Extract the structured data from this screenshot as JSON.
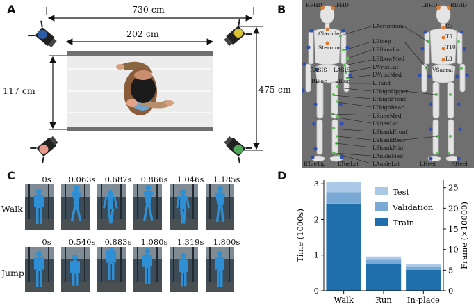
{
  "panels": {
    "a": "A",
    "b": "B",
    "c": "C",
    "d": "D"
  },
  "panel_a": {
    "dims": {
      "outer_width": "730 cm",
      "inner_width": "202 cm",
      "inner_height": "117 cm",
      "outer_height": "475 cm"
    },
    "camera_colors": [
      "#2b5da8",
      "#d9c332",
      "#e89a8a",
      "#4eaa58"
    ]
  },
  "panel_b": {
    "front_top": [
      "RFHD",
      "LFHD"
    ],
    "back_top": [
      "LBHD",
      "RBHD"
    ],
    "center_labels": [
      "LAcromium",
      "LBicep",
      "LElbowLat",
      "LElbowMed",
      "LWristLat",
      "LWristMed",
      "LHand",
      "LThighUpper",
      "LThighFront",
      "LThighRear",
      "LKneeMed",
      "LKneeLat",
      "LShankFront",
      "LShankRear",
      "LShankMid",
      "LAnkleMed",
      "LAnkleLat"
    ],
    "front_body": [
      "Clavicle",
      "Sternum",
      "RASIS",
      "LASIS",
      "RIliac",
      "LIliac"
    ],
    "back_body": [
      "C7",
      "T5",
      "T10",
      "L3",
      "VSacral"
    ],
    "bottom": {
      "rtoe": "RToeTip",
      "ltoe": "LToeLat",
      "lheel": "LHeel",
      "rheel": "RHeel"
    }
  },
  "panel_c": {
    "walk_label": "Walk",
    "jump_label": "Jump",
    "walk_times": [
      "0s",
      "0.063s",
      "0.687s",
      "0.866s",
      "1.046s",
      "1.185s"
    ],
    "jump_times": [
      "0s",
      "0.540s",
      "0.883s",
      "1.080s",
      "1.319s",
      "1.800s"
    ]
  },
  "chart_data": {
    "type": "bar",
    "stacked": true,
    "categories": [
      "Walk",
      "Run",
      "In-place"
    ],
    "series": [
      {
        "name": "Train",
        "values": [
          2.44,
          0.76,
          0.59
        ],
        "color": "#1f6fad"
      },
      {
        "name": "Validation",
        "values": [
          0.32,
          0.11,
          0.08
        ],
        "color": "#7aa9d6"
      },
      {
        "name": "Test",
        "values": [
          0.3,
          0.09,
          0.07
        ],
        "color": "#aac9e6"
      }
    ],
    "ylabel": "Time (1000s)",
    "y2label": "Frame (×10000)",
    "ylim": [
      0,
      3.1
    ],
    "yticks": [
      "0",
      "1",
      "2",
      "3"
    ],
    "y2lim": [
      0,
      26.8
    ],
    "y2ticks": [
      "0",
      "5",
      "10",
      "15",
      "20",
      "25"
    ],
    "legend_position": "top-right",
    "legend_order": [
      "Test",
      "Validation",
      "Train"
    ]
  }
}
